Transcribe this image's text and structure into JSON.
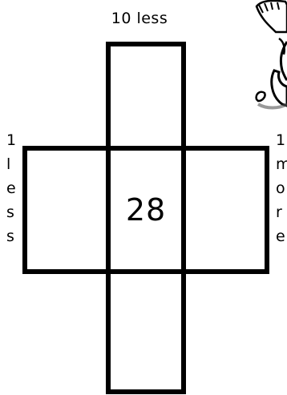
{
  "top_label": "10 less",
  "center_number": "28",
  "left_label": [
    "1",
    "l",
    "e",
    "s",
    "s"
  ],
  "right_label": [
    "1",
    "m",
    "o",
    "r",
    "e"
  ]
}
